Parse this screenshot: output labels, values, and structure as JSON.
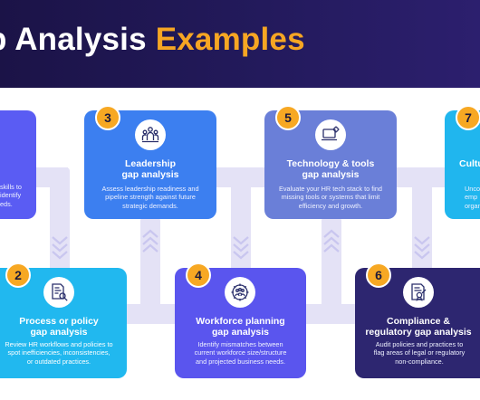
{
  "header": {
    "title_part1": "p Analysis",
    "title_part2": "Examples"
  },
  "colors": {
    "banner": "#1f1650",
    "accent_yellow": "#f6a623",
    "track": "#e4e2f6"
  },
  "cards": [
    {
      "title": "",
      "description": "skills to\nidentify\neds.",
      "color": "#5a5cf3",
      "icon": "none"
    },
    {
      "number": "2",
      "title": "Process or policy\ngap analysis",
      "description": "Review HR workflows and policies to\nspot inefficiencies, inconsistencies,\nor outdated practices.",
      "color": "#21b8ef",
      "icon": "document-search-icon"
    },
    {
      "number": "3",
      "title": "Leadership\ngap analysis",
      "description": "Assess leadership readiness and\npipeline strength against future\nstrategic demands.",
      "color": "#3c7ff0",
      "icon": "leadership-team-icon"
    },
    {
      "number": "4",
      "title": "Workforce planning\ngap analysis",
      "description": "Identify mismatches between\ncurrent workforce size/structure\nand projected business needs.",
      "color": "#5a55ee",
      "icon": "workforce-gear-icon"
    },
    {
      "number": "5",
      "title": "Technology & tools\ngap analysis",
      "description": "Evaluate your HR tech stack to find\nmissing tools or systems that limit\nefficiency and growth.",
      "color": "#6a7fd8",
      "icon": "laptop-gear-icon"
    },
    {
      "number": "6",
      "title": "Compliance &\nregulatory gap analysis",
      "description": "Audit policies and practices to\nflag areas of legal or regulatory\nnon-compliance.",
      "color": "#2d2670",
      "icon": "compliance-certificate-icon"
    },
    {
      "number": "7",
      "title": "Cultu",
      "description": "Uncov\nemp\norgan",
      "color": "#20b6ee",
      "icon": "none"
    }
  ]
}
